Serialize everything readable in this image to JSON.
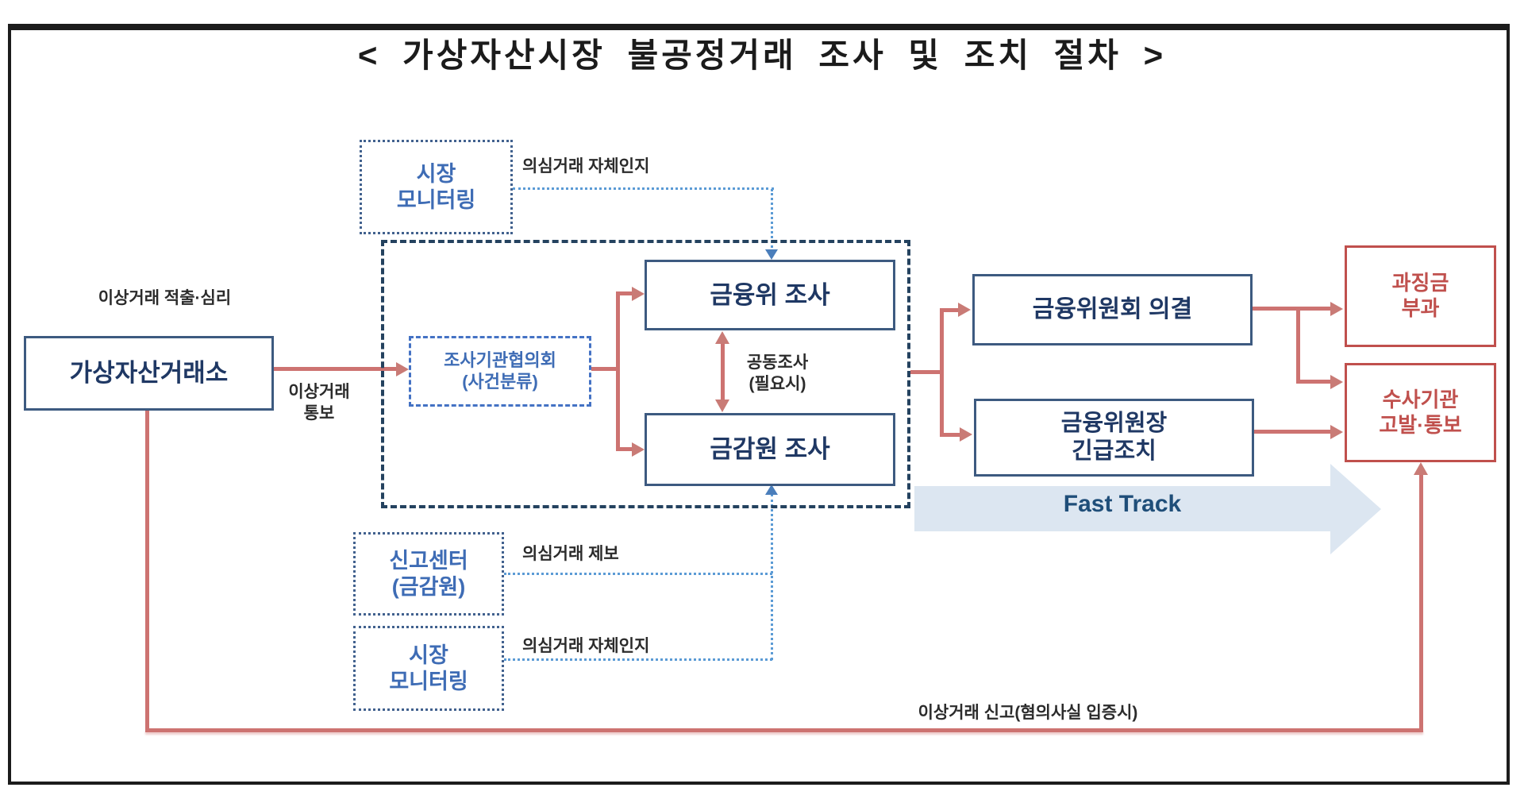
{
  "title": "< 가상자산시장 불공정거래 조사 및 조치 절차 >",
  "nodes": {
    "exchange": "가상자산거래소",
    "market_monitoring_top": "시장\n모니터링",
    "investigation_council": "조사기관협의회\n(사건분류)",
    "fsc_investigation": "금융위 조사",
    "fss_investigation": "금감원 조사",
    "report_center": "신고센터\n(금감원)",
    "market_monitoring_bottom": "시장\n모니터링",
    "fsc_resolution": "금융위원회 의결",
    "fsc_chair_emergency": "금융위원장\n긴급조치",
    "penalty_imposition": "과징금\n부과",
    "investigative_referral": "수사기관\n고발·통보"
  },
  "edge_labels": {
    "detect_review": "이상거래 적출·심리",
    "abnormal_notify": "이상거래\n통보",
    "self_detection_top": "의심거래 자체인지",
    "joint_investigation": "공동조사\n(필요시)",
    "suspicious_tip": "의심거래 제보",
    "self_detection_bottom": "의심거래 자체인지",
    "fast_track": "Fast Track",
    "report_when_proven": "이상거래 신고(혐의사실 입증시)"
  },
  "colors": {
    "navy_border": "#3d5a80",
    "navy_text": "#1f3864",
    "blue_dashed_border": "#4472c4",
    "blue_dotted_line": "#5b9bd5",
    "red_box": "#c0504d",
    "salmon_line": "#cd7371",
    "dashed_container": "#24425f",
    "fast_track_bg": "#dce6f1",
    "fast_track_text": "#1f4e79",
    "frame_border": "#1c1c1c"
  }
}
